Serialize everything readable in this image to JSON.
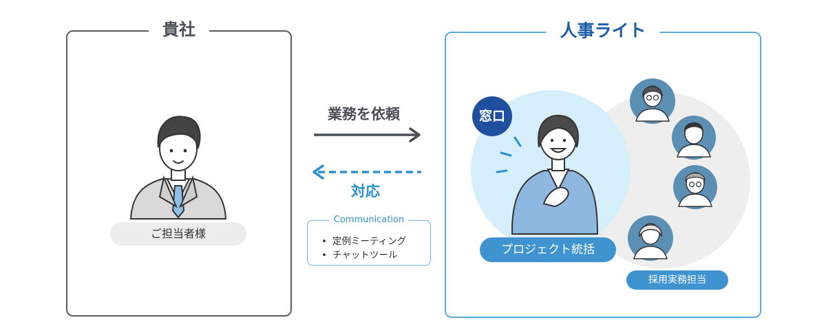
{
  "client": {
    "title": "貴社",
    "contact_label": "ご担当者様"
  },
  "flow": {
    "request_label": "業務を依頼",
    "response_label": "対応"
  },
  "communication": {
    "title": "Communication",
    "items": [
      "定例ミーティング",
      "チャットツール"
    ]
  },
  "vendor": {
    "title": "人事ライト",
    "window_badge": "窓口",
    "pm_label": "プロジェクト統括",
    "staff_label": "採用実務担当"
  },
  "colors": {
    "client_border": "#555b61",
    "vendor_border": "#5aa9d6",
    "vendor_title": "#1a5ea8",
    "accent_blue": "#3f94cf",
    "badge_navy": "#1f4f9e",
    "response_arrow": "#2d8fd0"
  },
  "icons": {
    "client_person": "businessman-icon",
    "pm_person": "woman-presenter-icon",
    "staff": [
      "woman-glasses-icon",
      "man-icon",
      "older-man-glasses-icon",
      "older-woman-icon"
    ]
  }
}
